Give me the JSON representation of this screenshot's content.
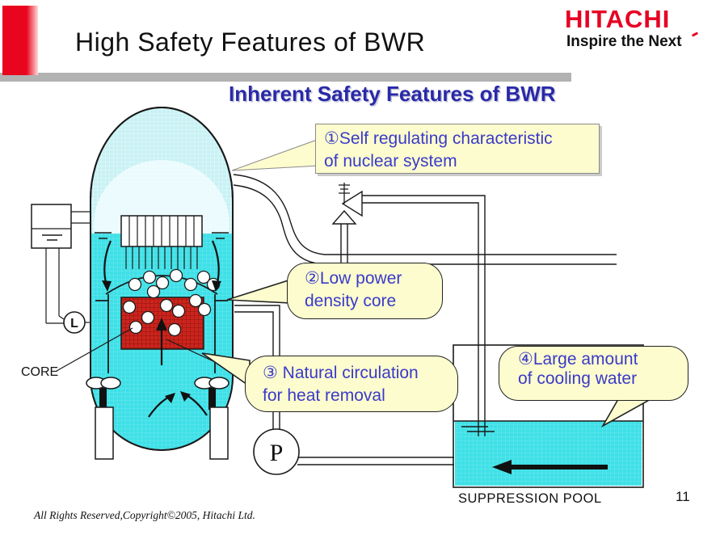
{
  "slide": {
    "title": "High Safety Features of BWR",
    "subtitle": "Inherent Safety Features of BWR",
    "page_number": "11",
    "copyright": "All Rights Reserved,Copyright©2005, Hitachi  Ltd."
  },
  "logo": {
    "brand": "HITACHI",
    "slogan": "Inspire the Next"
  },
  "callouts": [
    {
      "number": "①",
      "lines": [
        "①Self regulating characteristic",
        "of nuclear system"
      ]
    },
    {
      "number": "②",
      "lines": [
        "②Low power",
        "density core"
      ]
    },
    {
      "number": "③",
      "lines": [
        "③ Natural circulation",
        "for heat removal"
      ]
    },
    {
      "number": "④",
      "lines": [
        "④Large amount",
        "of cooling water"
      ]
    }
  ],
  "diagram": {
    "labels": {
      "core": "CORE",
      "suppression_pool": "SUPPRESSION POOL",
      "level_sensor": "L",
      "pump": "P"
    }
  },
  "colors": {
    "hitachi_red": "#E60023",
    "header_block_red": "#E8051D",
    "accent_bar_gray": "#B2B2B2",
    "subtitle_blue": "#2929A8",
    "callout_text_blue": "#3A3ACA",
    "callout_fill": "#FCFCCE",
    "coolant_cyan": "#3EE0E7",
    "dome_cyan": "#C8F1F4",
    "core_red": "#CB251D"
  }
}
